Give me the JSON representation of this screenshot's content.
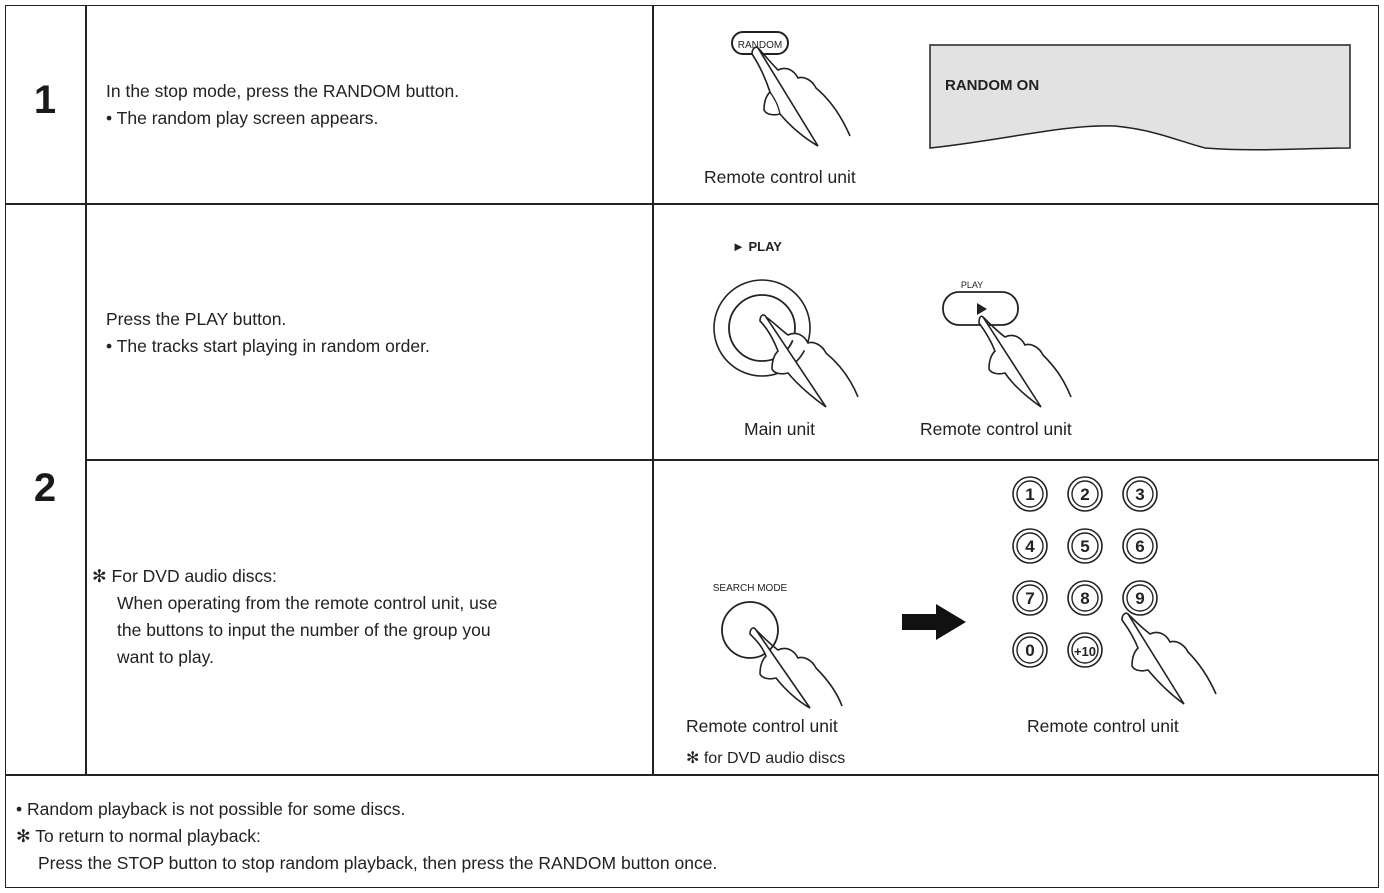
{
  "step1": {
    "number": "1",
    "instruction": "In the stop mode, press the RANDOM button.",
    "bullet": "• The random play screen appears.",
    "button_label": "RANDOM",
    "screen_text": "RANDOM ON",
    "caption": "Remote control unit"
  },
  "step2": {
    "number": "2",
    "row_a": {
      "instruction": "Press the PLAY button.",
      "bullet": "• The tracks start playing in random order.",
      "main_button_label": "► PLAY",
      "remote_button_label": "PLAY",
      "caption_main": "Main unit",
      "caption_remote": "Remote control unit"
    },
    "row_b": {
      "note_head": "✻ For DVD audio discs:",
      "note_line1": "When operating from the remote control unit, use",
      "note_line2": "the buttons to input the number of the group you",
      "note_line3": "want to play.",
      "search_mode_label": "SEARCH MODE",
      "keypad": [
        "1",
        "2",
        "3",
        "4",
        "5",
        "6",
        "7",
        "8",
        "9",
        "0",
        "+10"
      ],
      "caption_left": "Remote control unit",
      "caption_left_sub": "✻ for DVD audio discs",
      "caption_right": "Remote control unit"
    }
  },
  "footer": {
    "line1": "• Random playback is not possible for some discs.",
    "line2": "✻ To return to normal playback:",
    "line3": "Press the STOP button to stop random playback, then press the RANDOM button once."
  }
}
